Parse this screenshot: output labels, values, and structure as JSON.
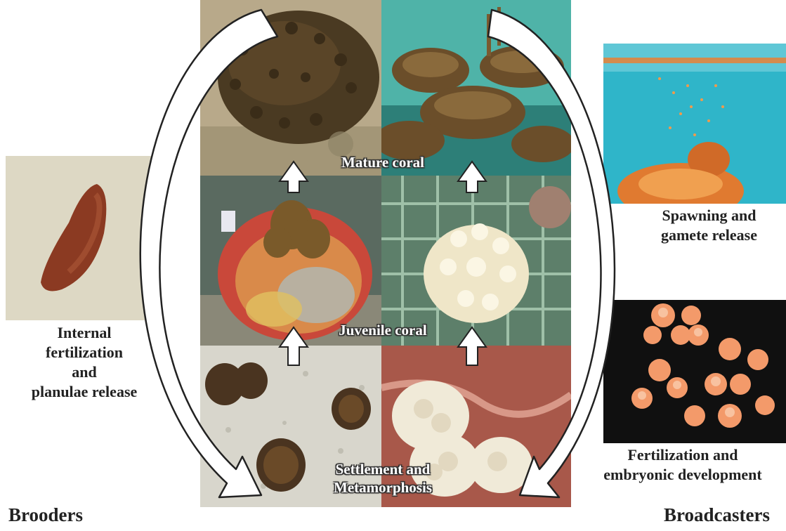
{
  "center_labels": {
    "mature": "Mature coral",
    "juvenile": "Juvenile coral",
    "settlement_line1": "Settlement and",
    "settlement_line2": "Metamorphosis"
  },
  "brooders": {
    "title": "Brooders",
    "caption_lines": [
      "Internal",
      "fertilization",
      "and",
      "planulae release"
    ]
  },
  "broadcasters": {
    "title": "Broadcasters",
    "spawning_lines": [
      "Spawning and",
      "gamete release"
    ],
    "fertilization_lines": [
      "Fertilization and",
      "embryonic development"
    ]
  },
  "colors": {
    "arrow_fill": "#ffffff",
    "arrow_stroke": "#222222",
    "planula": "#8b3a22",
    "mature_coral": "#4a3a22",
    "juvenile_coral": "#efe6c8",
    "eggs": "#f39a6a",
    "water": "#2fb5c9"
  }
}
